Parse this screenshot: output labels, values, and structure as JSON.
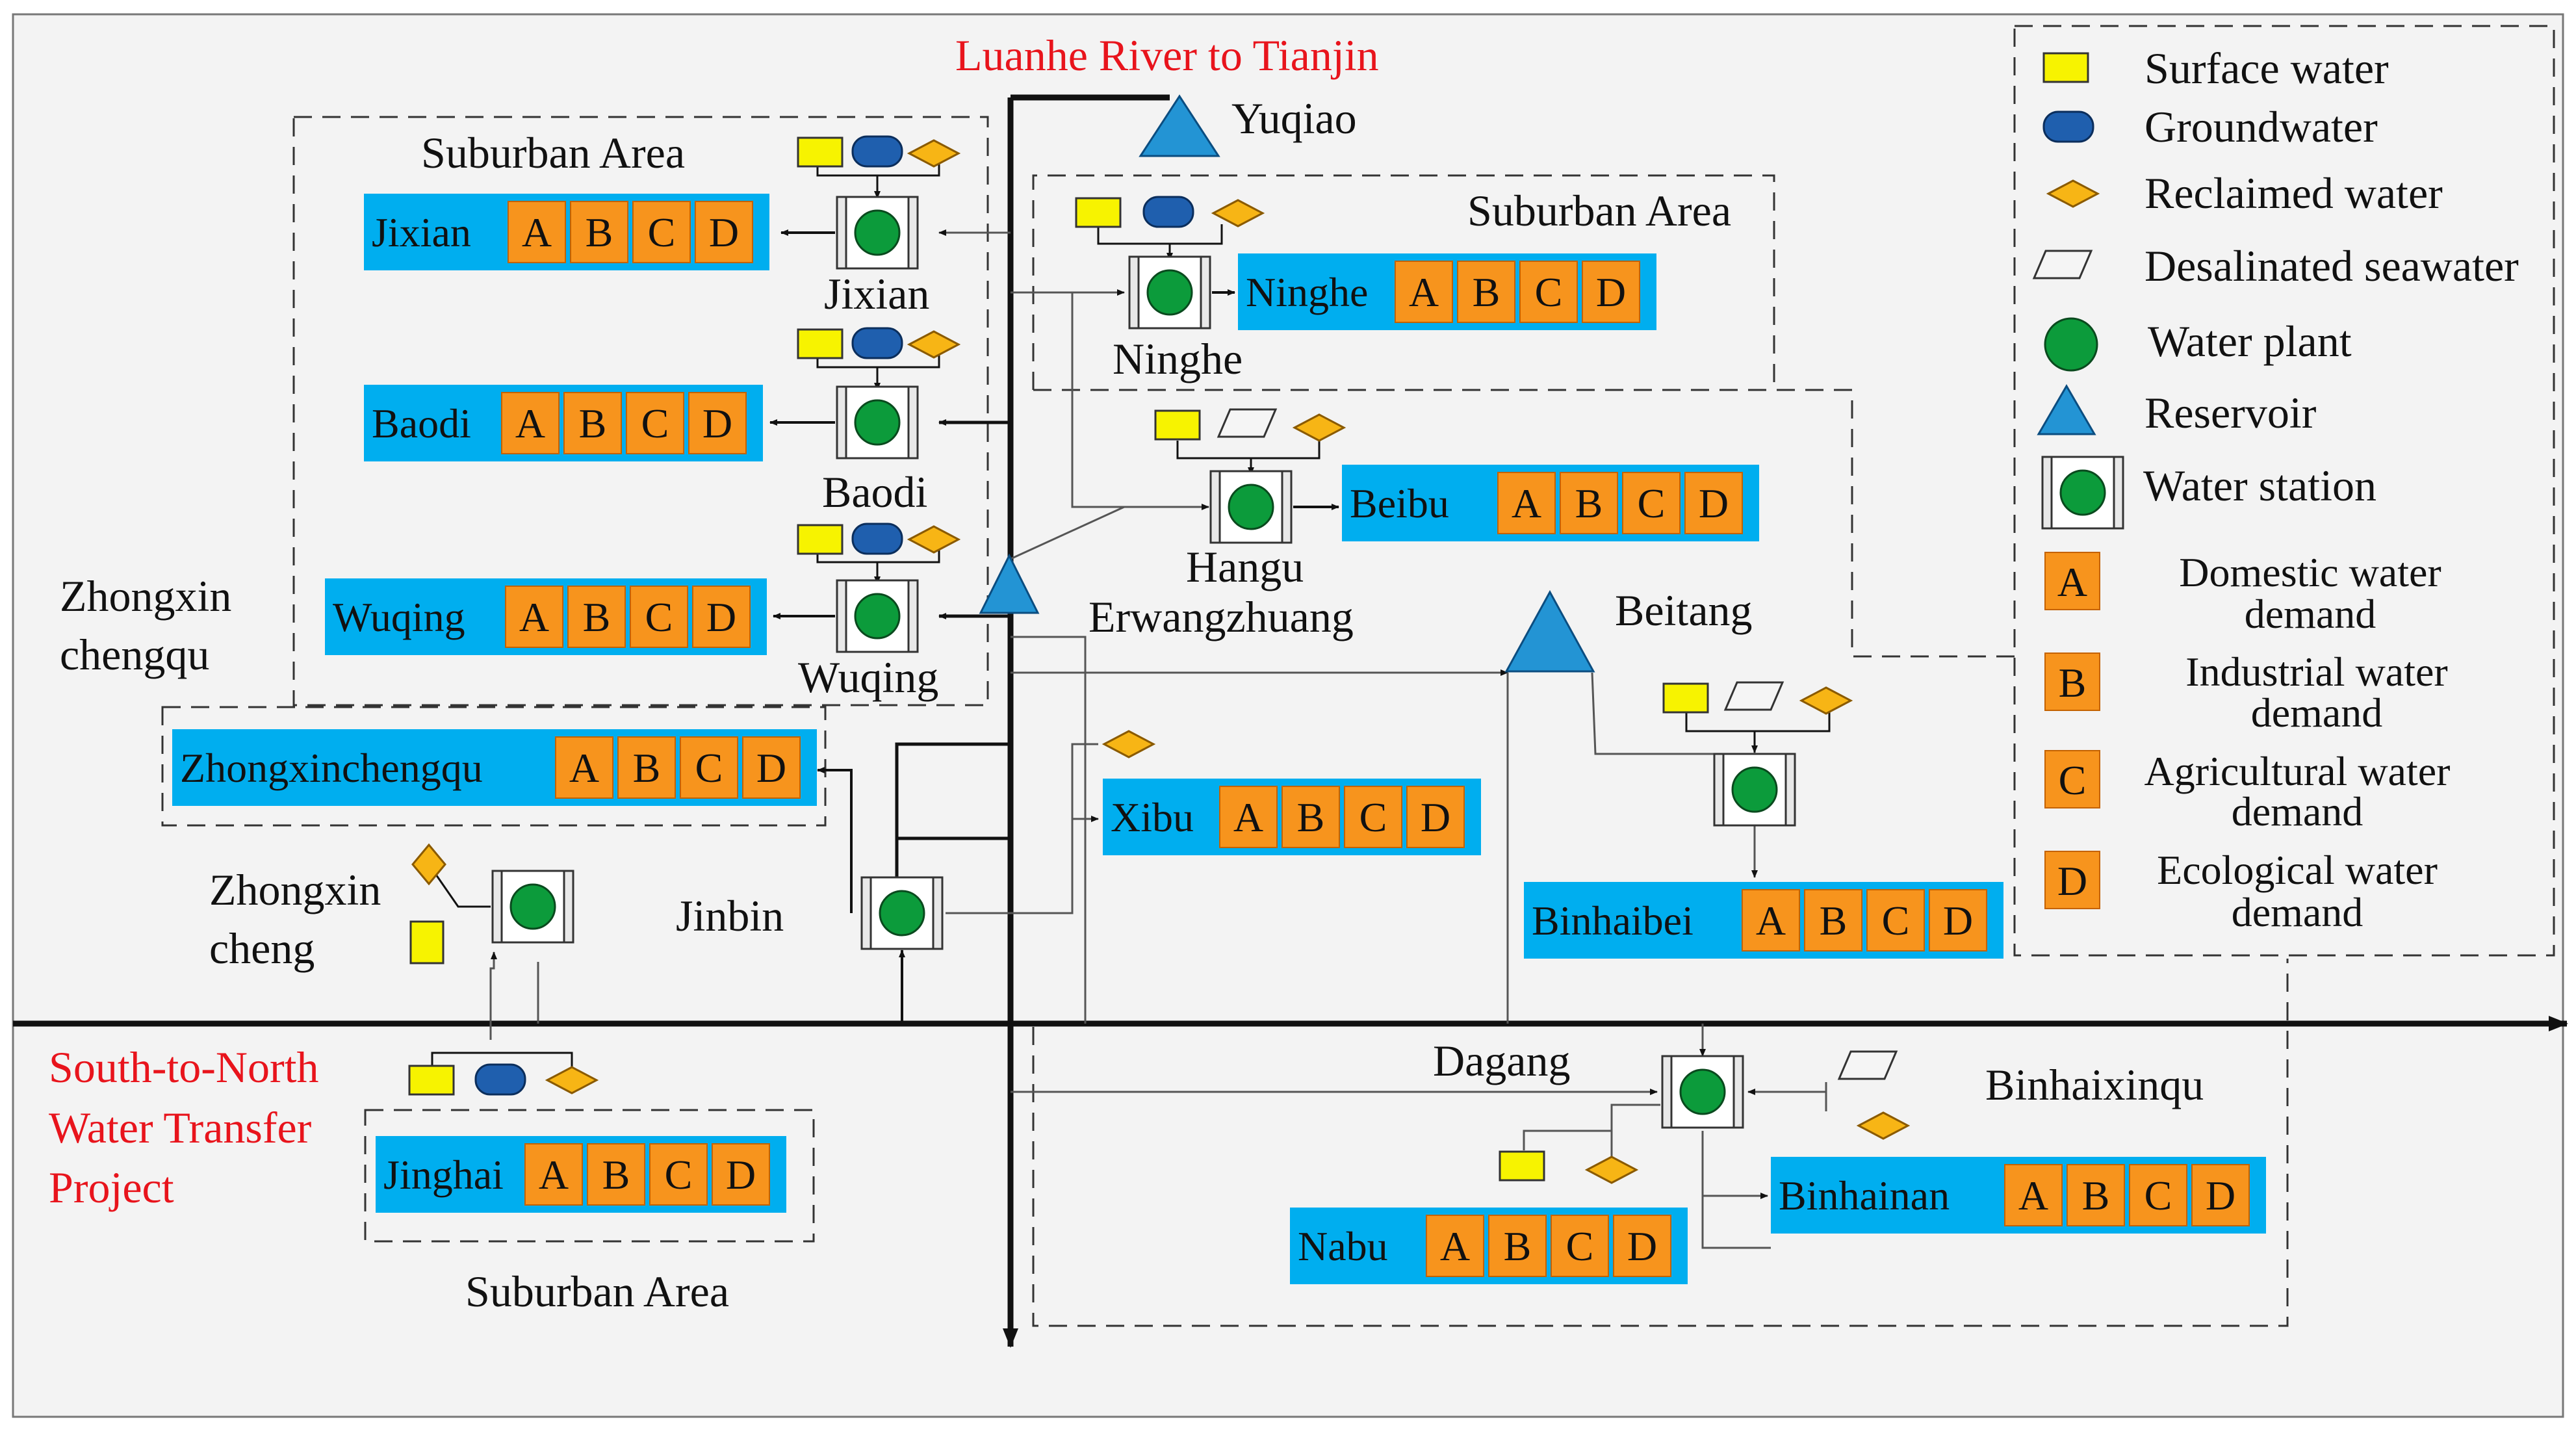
{
  "title": "Luanhe River to Tianjin",
  "south_north_label": [
    "South-to-North",
    "Water Transfer",
    "Project"
  ],
  "legend": {
    "surface": "Surface water",
    "ground": "Groundwater",
    "reclaimed": "Reclaimed water",
    "desal": "Desalinated seawater",
    "plant": "Water plant",
    "reservoir": "Reservoir",
    "station": "Water station",
    "a_letter": "A",
    "a_text": [
      "Domestic water",
      "demand"
    ],
    "b_letter": "B",
    "b_text": [
      "Industrial  water",
      "demand"
    ],
    "c_letter": "C",
    "c_text": [
      "Agricultural  water",
      "demand"
    ],
    "d_letter": "D",
    "d_text": [
      "Ecological  water",
      "demand"
    ]
  },
  "area_labels": {
    "suburban_top": "Suburban Area",
    "suburban_right": "Suburban Area",
    "suburban_bottom": "Suburban Area",
    "zhongxin_chengqu": [
      "Zhongxin",
      "chengqu"
    ],
    "binhaixinqu": "Binhaixinqu"
  },
  "node_labels": {
    "yuqiao": "Yuqiao",
    "jixian": "Jixian",
    "baodi": "Baodi",
    "wuqing": "Wuqing",
    "ninghe": "Ninghe",
    "hangu": "Hangu",
    "erwangzhuang": "Erwangzhuang",
    "beitang": "Beitang",
    "zhongxin_cheng": [
      "Zhongxin",
      "cheng"
    ],
    "jinbin": "Jinbin",
    "dagang": "Dagang"
  },
  "demand_letters": [
    "A",
    "B",
    "C",
    "D"
  ],
  "districts": [
    {
      "id": "jixian",
      "name": "Jixian"
    },
    {
      "id": "baodi",
      "name": "Baodi"
    },
    {
      "id": "wuqing",
      "name": "Wuqing"
    },
    {
      "id": "zhongxinchengqu",
      "name": "Zhongxinchengqu"
    },
    {
      "id": "ninghe",
      "name": "Ninghe"
    },
    {
      "id": "beibu",
      "name": "Beibu"
    },
    {
      "id": "xibu",
      "name": "Xibu"
    },
    {
      "id": "binhaibei",
      "name": "Binhaibei"
    },
    {
      "id": "jinghai",
      "name": "Jinghai"
    },
    {
      "id": "binhainan",
      "name": "Binhainan"
    },
    {
      "id": "nabu",
      "name": "Nabu"
    }
  ],
  "colors": {
    "district_box": "#00aeef",
    "demand_box": "#f7941d",
    "surface": "#f7f300",
    "ground": "#1f5fae",
    "reclaimed": "#f7b515",
    "plant": "#0c9b3b",
    "reservoir": "#2394d4",
    "title_red": "#e8141c"
  }
}
